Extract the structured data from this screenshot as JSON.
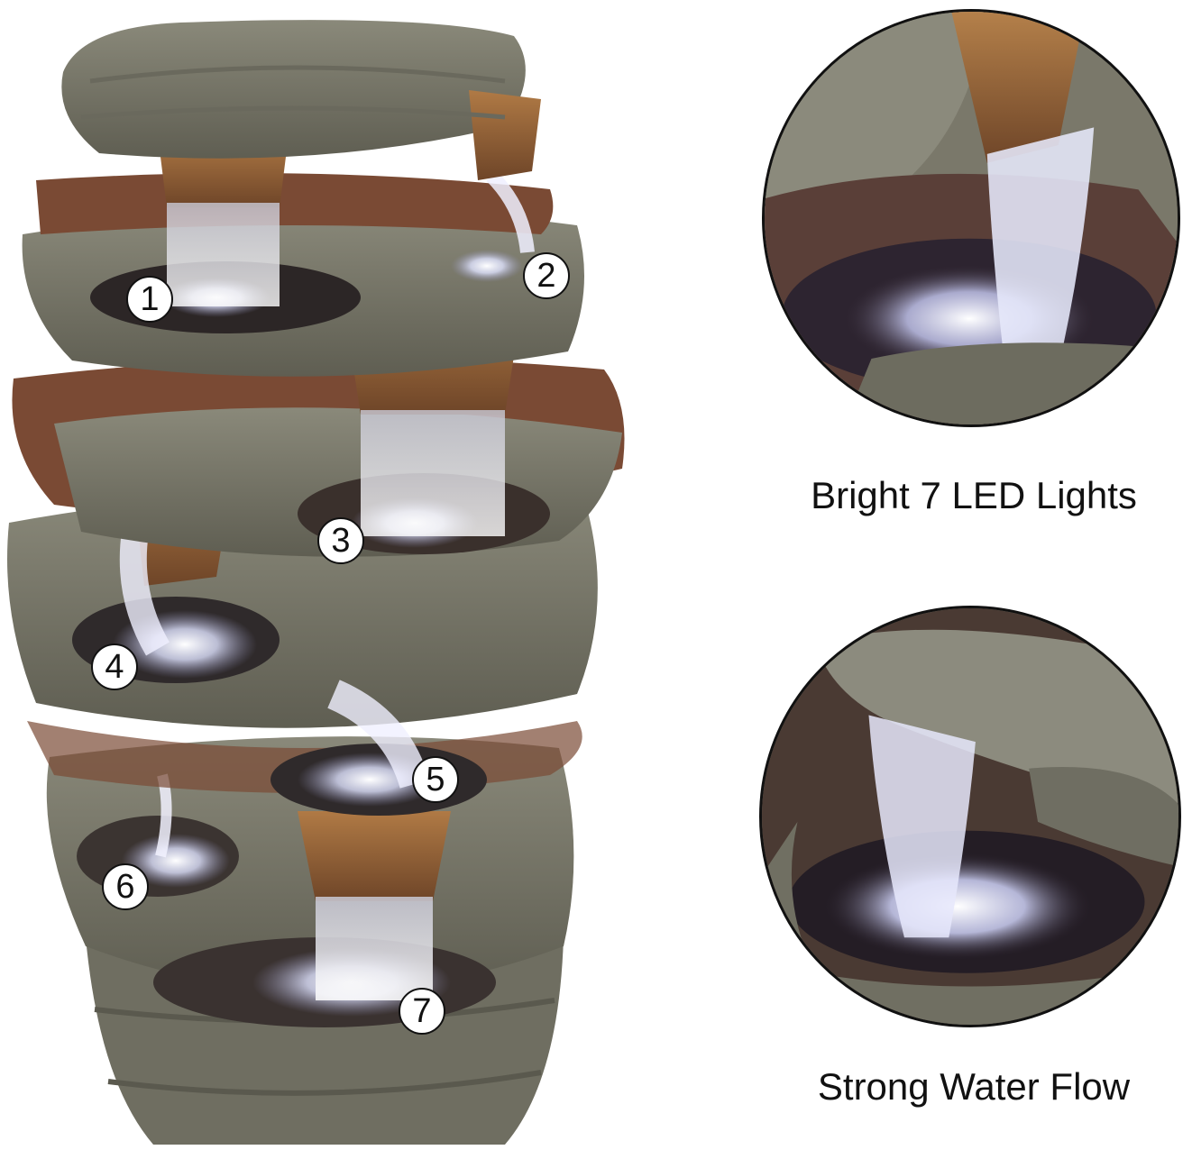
{
  "captions": {
    "lights": "Bright 7 LED Lights",
    "flow": "Strong Water Flow"
  },
  "led_markers": [
    "1",
    "2",
    "3",
    "4",
    "5",
    "6",
    "7"
  ],
  "colors": {
    "stone": "#7d7c6d",
    "stone_dark": "#55544a",
    "rust": "#7a4a34",
    "spout": "#9a6a3e",
    "water": "#e8ecff",
    "light_glow": "#ffffff"
  }
}
